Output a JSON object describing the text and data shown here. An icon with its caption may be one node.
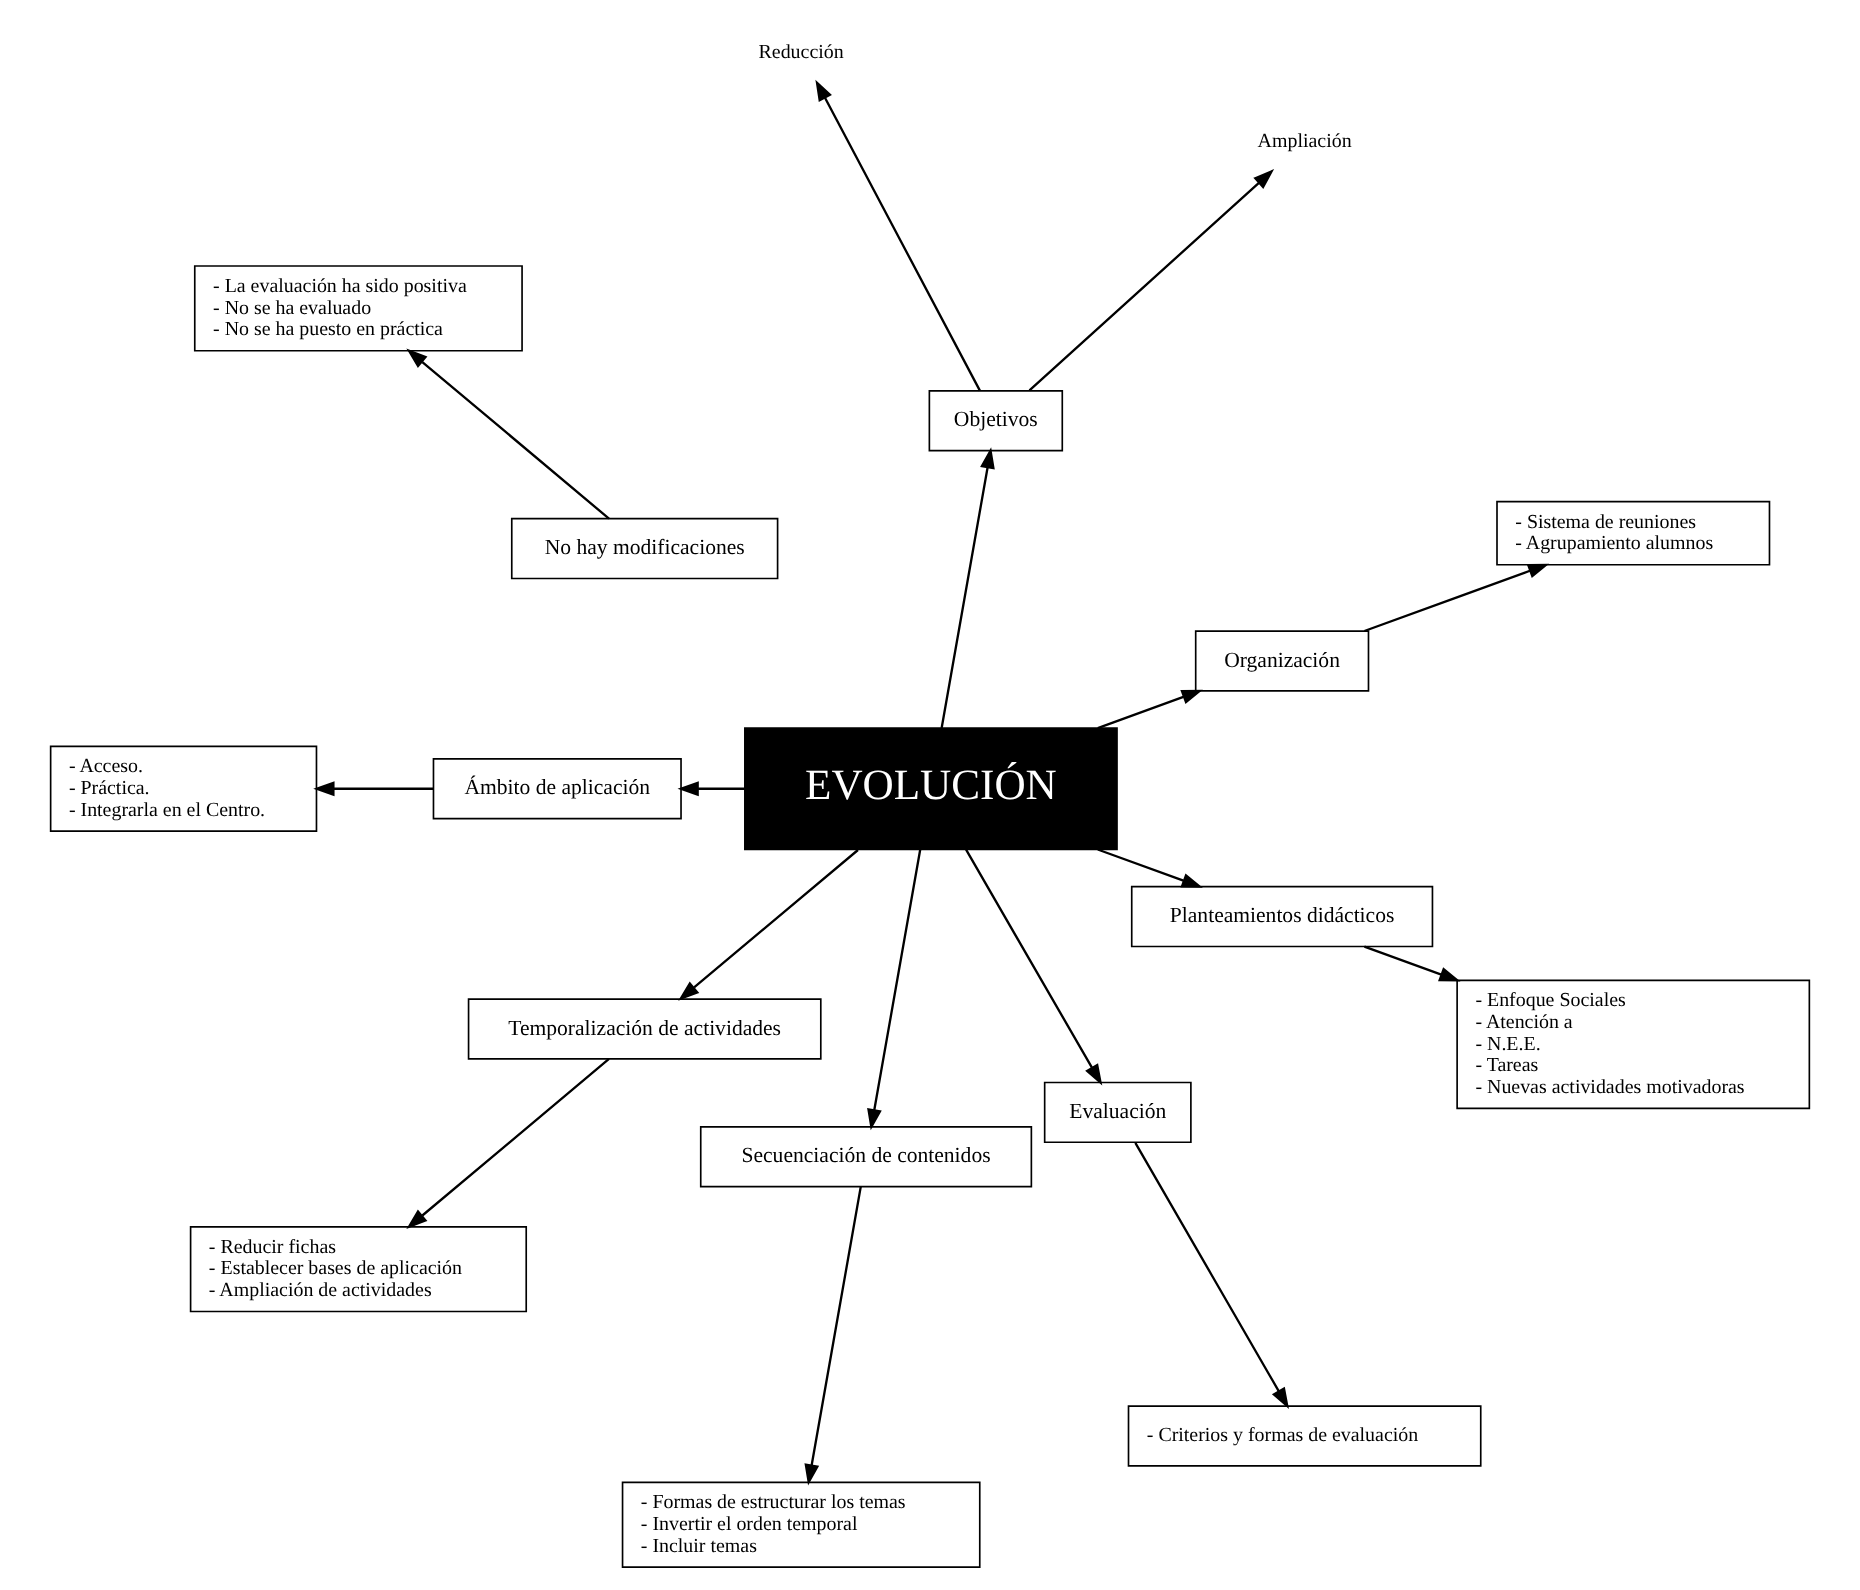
{
  "diagram": {
    "nodes": [
      {
        "text": [
          "EVOLUCIÓN"
        ]
      },
      {
        "text": [
          "Organización"
        ]
      },
      {
        "text": [
          "- Sistema de reuniones",
          "- Agrupamiento alumnos"
        ]
      },
      {
        "text": [
          "Objetivos"
        ]
      },
      {
        "text": [
          "Ampliación"
        ]
      },
      {
        "text": [
          "Reducción"
        ]
      },
      {
        "text": [
          "No hay modificaciones"
        ]
      },
      {
        "text": [
          "- La evaluación ha sido positiva",
          "- No se ha evaluado",
          "- No se ha puesto en práctica"
        ]
      },
      {
        "text": [
          "Ámbito de aplicación"
        ]
      },
      {
        "text": [
          "- Acceso.",
          "- Práctica.",
          "- Integrarla en el Centro."
        ]
      },
      {
        "text": [
          "Temporalización de actividades"
        ]
      },
      {
        "text": [
          "- Reducir fichas",
          "- Establecer bases de aplicación",
          "- Ampliación de actividades"
        ]
      },
      {
        "text": [
          "Secuenciación de contenidos"
        ]
      },
      {
        "text": [
          "- Formas de estructurar los temas",
          "- Invertir el orden temporal",
          "- Incluir temas"
        ]
      },
      {
        "text": [
          "Evaluación"
        ]
      },
      {
        "text": [
          "- Criterios y formas de evaluación"
        ]
      },
      {
        "text": [
          "Planteamientos didácticos"
        ]
      },
      {
        "text": [
          "- Enfoque Sociales",
          "- Atención a",
          "- N.E.E.",
          "- Tareas",
          "- Nuevas actividades motivadoras"
        ]
      }
    ],
    "edges": [
      {
        "from": 0,
        "to": 1,
        "arrow": "to"
      },
      {
        "from": 1,
        "to": 2,
        "arrow": "to"
      },
      {
        "from": 0,
        "to": 3,
        "arrow": "to"
      },
      {
        "from": 3,
        "to": 4,
        "arrow": "to"
      },
      {
        "from": 3,
        "to": 5,
        "arrow": "to"
      },
      {
        "from": 6,
        "to": 7,
        "arrow": "to"
      },
      {
        "from": 0,
        "to": 8,
        "arrow": "to"
      },
      {
        "from": 8,
        "to": 9,
        "arrow": "to"
      },
      {
        "from": 0,
        "to": 10,
        "arrow": "to"
      },
      {
        "from": 10,
        "to": 11,
        "arrow": "to"
      },
      {
        "from": 0,
        "to": 12,
        "arrow": "to"
      },
      {
        "from": 12,
        "to": 13,
        "arrow": "to"
      },
      {
        "from": 0,
        "to": 14,
        "arrow": "to"
      },
      {
        "from": 14,
        "to": 15,
        "arrow": "to"
      },
      {
        "from": 0,
        "to": 16,
        "arrow": "to"
      },
      {
        "from": 16,
        "to": 17,
        "arrow": "to"
      }
    ]
  }
}
